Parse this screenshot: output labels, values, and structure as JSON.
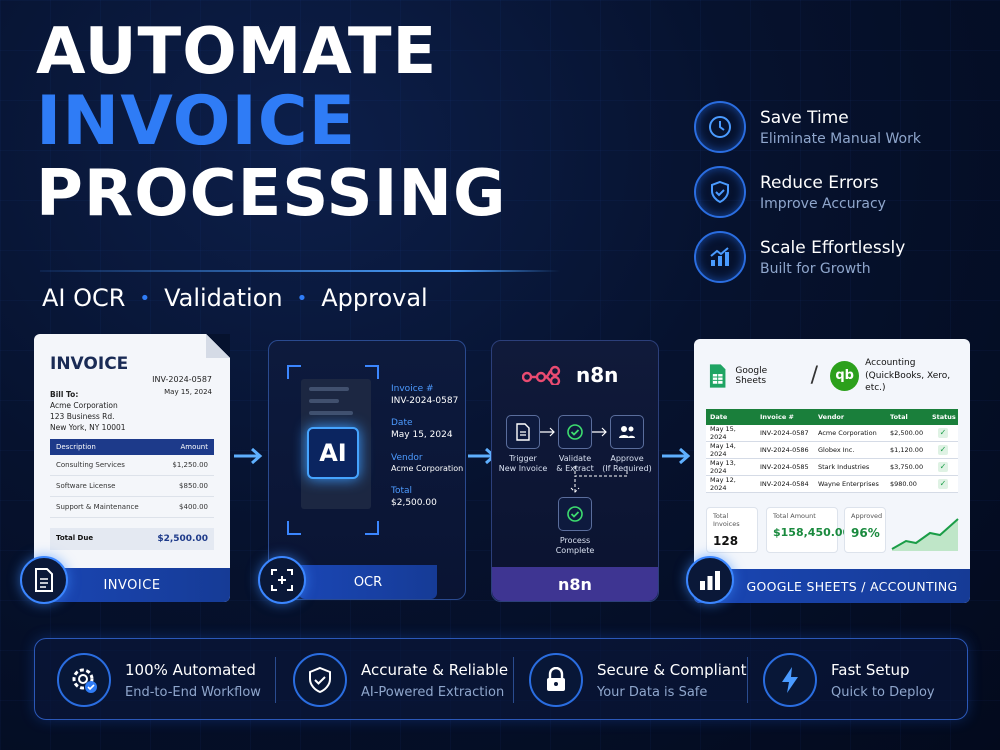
{
  "header": {
    "title_line1": "AUTOMATE",
    "title_line2": "INVOICE",
    "title_line3": "PROCESSING",
    "tagline_items": [
      "AI OCR",
      "Validation",
      "Approval"
    ],
    "tagline_separator": "•"
  },
  "benefits": [
    {
      "icon": "clock-icon",
      "title": "Save Time",
      "subtitle": "Eliminate Manual Work"
    },
    {
      "icon": "shield-check-icon",
      "title": "Reduce Errors",
      "subtitle": "Improve Accuracy"
    },
    {
      "icon": "growth-chart-icon",
      "title": "Scale Effortlessly",
      "subtitle": "Built for Growth"
    }
  ],
  "invoice_card": {
    "title": "INVOICE",
    "number": "INV-2024-0587",
    "date": "May 15, 2024",
    "bill_to_label": "Bill To:",
    "bill_to_lines": [
      "Acme Corporation",
      "123 Business Rd.",
      "New York, NY 10001"
    ],
    "table_headers": [
      "Description",
      "Amount"
    ],
    "rows": [
      {
        "description": "Consulting Services",
        "amount": "$1,250.00"
      },
      {
        "description": "Software License",
        "amount": "$850.00"
      },
      {
        "description": "Support & Maintenance",
        "amount": "$400.00"
      }
    ],
    "total_label": "Total Due",
    "total_amount": "$2,500.00",
    "footer_label": "INVOICE",
    "footer_icon": "document-icon"
  },
  "ocr_card": {
    "chip_label": "AI",
    "fields": [
      {
        "label": "Invoice #",
        "value": "INV-2024-0587"
      },
      {
        "label": "Date",
        "value": "May 15, 2024"
      },
      {
        "label": "Vendor",
        "value": "Acme Corporation"
      },
      {
        "label": "Total",
        "value": "$2,500.00"
      }
    ],
    "footer_label": "OCR",
    "footer_icon": "scan-icon"
  },
  "n8n_card": {
    "logo_text": "n8n",
    "steps": [
      {
        "label": "Trigger\nNew Invoice",
        "icon": "document-icon"
      },
      {
        "label": "Validate\n& Extract",
        "icon": "check-icon"
      },
      {
        "label": "Approve\n(If Required)",
        "icon": "users-icon"
      },
      {
        "label": "Process\nComplete",
        "icon": "check-icon"
      }
    ],
    "footer_label": "n8n"
  },
  "sheets_card": {
    "sheets_label": "Google Sheets",
    "separator": "/",
    "accounting_title": "Accounting",
    "accounting_subtitle": "(QuickBooks, Xero, etc.)",
    "accounting_logo": "qb",
    "table_headers": [
      "Date",
      "Invoice #",
      "Vendor",
      "Total",
      "Status"
    ],
    "rows": [
      {
        "date": "May 15, 2024",
        "invoice": "INV-2024-0587",
        "vendor": "Acme Corporation",
        "total": "$2,500.00",
        "status": "✓"
      },
      {
        "date": "May 14, 2024",
        "invoice": "INV-2024-0586",
        "vendor": "Globex Inc.",
        "total": "$1,120.00",
        "status": "✓"
      },
      {
        "date": "May 13, 2024",
        "invoice": "INV-2024-0585",
        "vendor": "Stark Industries",
        "total": "$3,750.00",
        "status": "✓"
      },
      {
        "date": "May 12, 2024",
        "invoice": "INV-2024-0584",
        "vendor": "Wayne Enterprises",
        "total": "$980.00",
        "status": "✓"
      }
    ],
    "stats": [
      {
        "label": "Total Invoices",
        "value": "128"
      },
      {
        "label": "Total Amount",
        "value": "$158,450.00"
      },
      {
        "label": "Approved",
        "value": "96%"
      }
    ],
    "footer_label": "GOOGLE SHEETS / ACCOUNTING",
    "footer_icon": "bar-chart-icon"
  },
  "features": [
    {
      "icon": "gear-check-icon",
      "title": "100% Automated",
      "subtitle": "End-to-End Workflow"
    },
    {
      "icon": "shield-check-icon",
      "title": "Accurate & Reliable",
      "subtitle": "AI-Powered Extraction"
    },
    {
      "icon": "lock-icon",
      "title": "Secure & Compliant",
      "subtitle": "Your Data is Safe"
    },
    {
      "icon": "lightning-icon",
      "title": "Fast Setup",
      "subtitle": "Quick to Deploy"
    }
  ],
  "colors": {
    "accent_blue": "#2f7cf6",
    "background": "#06122e",
    "card_footer": "#1a46b4",
    "n8n_footer": "#3e3592",
    "sheets_green": "#1a7f3b",
    "n8n_logo_red": "#ea4b71"
  }
}
